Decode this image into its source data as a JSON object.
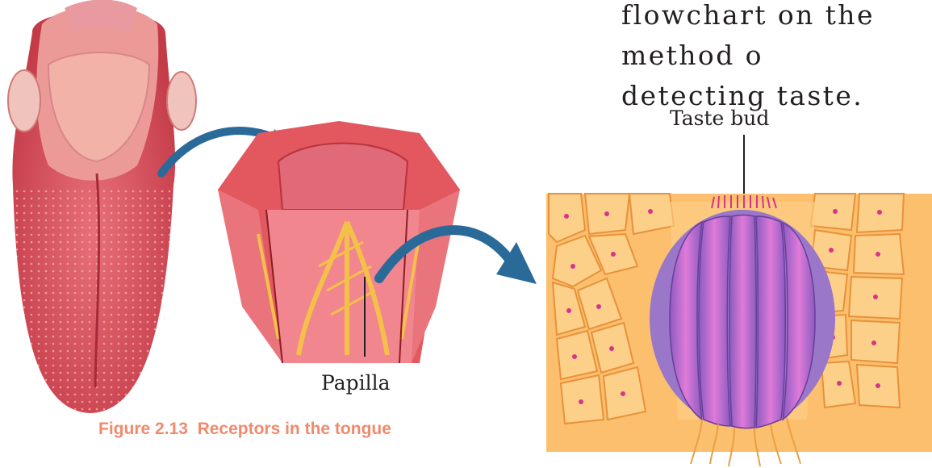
{
  "heading_text": "flowchart on the method o\ndetecting taste.",
  "labels": {
    "taste_bud": "Taste bud",
    "papilla": "Papilla"
  },
  "caption": {
    "number": "Figure 2.13",
    "title": "Receptors in the tongue"
  },
  "colors": {
    "tongue": "#d9535b",
    "papilla_pink": "#e05a6a",
    "nerve_yellow": "#f5c04a",
    "cells_orange": "#fbbf6e",
    "bud_purple": "#b56fc4",
    "arrow_blue": "#2a6a98",
    "caption": "#f08a6c"
  }
}
